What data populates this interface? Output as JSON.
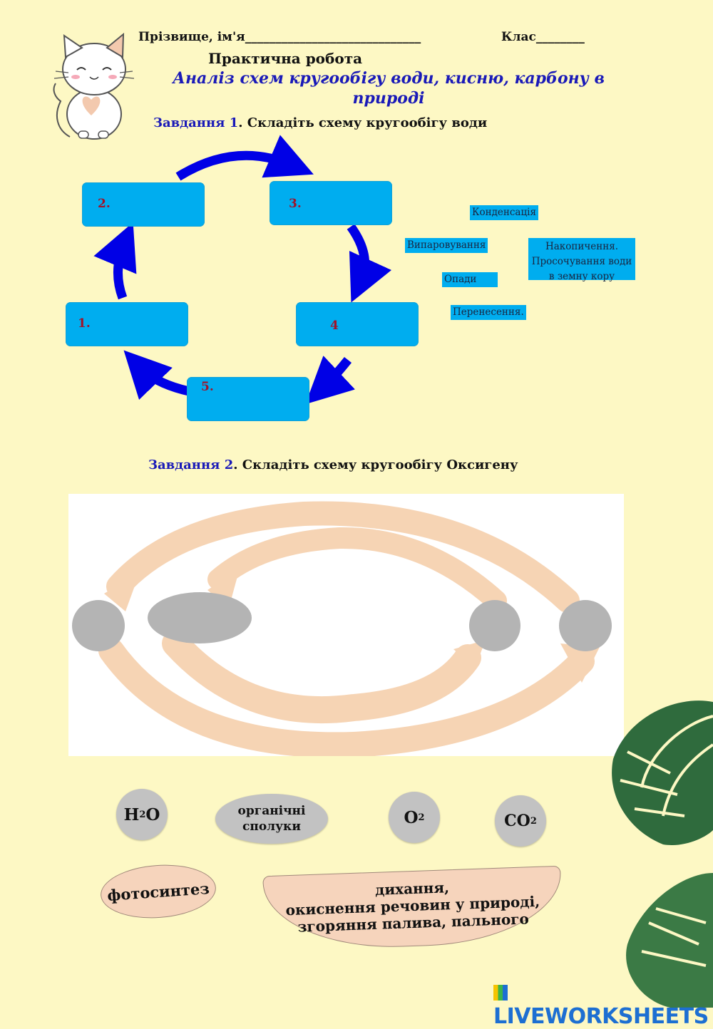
{
  "header": {
    "surname_label": "Прізвище, ім'я_____________________________",
    "class_label": "Клас________",
    "work_title": "Практична робота",
    "subtitle_line1": "Аналіз схем кругообігу води, кисню, карбону в",
    "subtitle_line2": "природі"
  },
  "task1": {
    "lead": "Завдання 1",
    "text": ". Складіть схему кругообігу води",
    "boxes": [
      "1.",
      "2.",
      "3.",
      "4",
      "5."
    ],
    "labels": {
      "condensation": "Конденсація",
      "evaporation": "Випаровування",
      "accumulation": "Накопичення. Просочування води в земну кору",
      "precipitation": "Опади",
      "transfer": "Перенесення."
    }
  },
  "task2": {
    "lead": "Завдання 2",
    "text": ". Складіть схему кругообігу Оксигену",
    "chips": {
      "h2o": "H",
      "h2o_sub": "2",
      "h2o_tail": "O",
      "organic": "органічні сполуки",
      "o2": "O",
      "o2_sub": "2",
      "co2": "CO",
      "co2_sub": "2"
    },
    "processes": {
      "photosynthesis": "фотосинтез",
      "respiration_l1": "дихання,",
      "respiration_l2": "окиснення речовин у природі,",
      "respiration_l3": "згоряння палива, пального"
    }
  },
  "brand": {
    "name": "LIVEWORKSHEETS"
  },
  "colors": {
    "background": "#fdf8c4",
    "box": "#00adef",
    "arrow": "#0000e6",
    "title_blue": "#1a1ab8",
    "peach": "#f6d4bc"
  }
}
